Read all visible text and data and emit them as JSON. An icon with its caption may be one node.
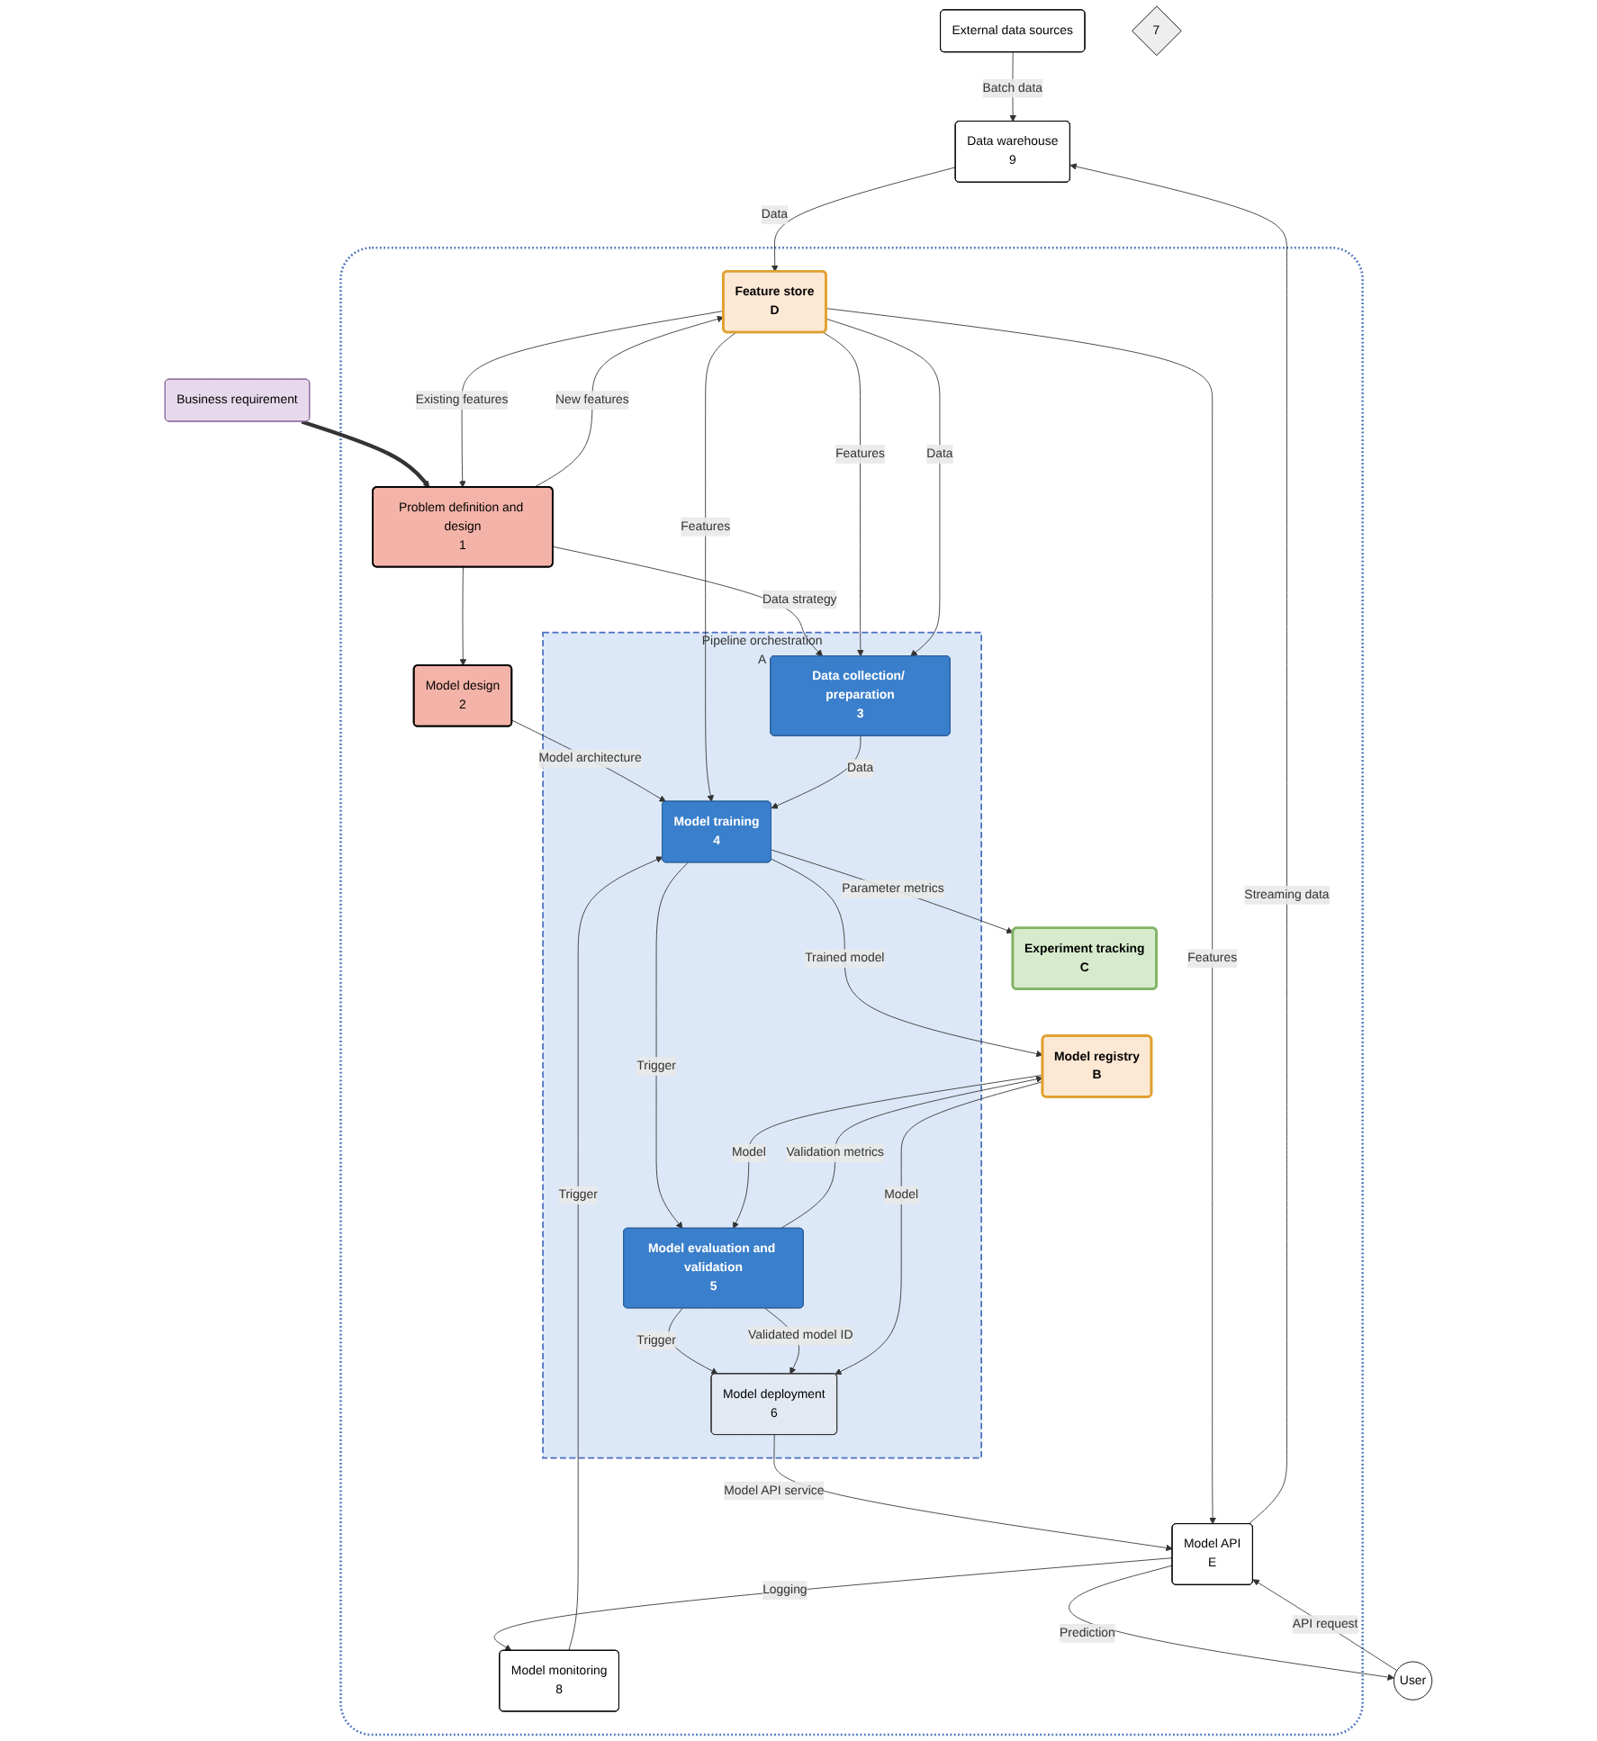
{
  "diagram": {
    "nodes": [
      {
        "text": [
          "Business requirement"
        ]
      },
      {
        "text": [],
        "shape": "box"
      },
      {
        "text": [
          "Problem definition and design",
          "1"
        ],
        "in": 1
      },
      {
        "text": [
          "External data sources"
        ]
      },
      {
        "text": [
          "Model design",
          "2"
        ],
        "in": 1
      },
      {
        "text": [
          "Data warehouse",
          "9"
        ]
      },
      {
        "text": [
          "Feature store",
          "D"
        ],
        "in": 1
      },
      {
        "text": [
          "Pipeline orchestration",
          "A"
        ],
        "in": 1
      },
      {
        "text": [
          "Data collection/ preparation",
          "3"
        ],
        "in": 7
      },
      {
        "text": [
          "Model training",
          "4"
        ],
        "in": 7
      },
      {
        "text": [
          "Experiment tracking",
          "C"
        ],
        "in": 1
      },
      {
        "text": [
          "Model evaluation and validation",
          "5"
        ],
        "in": 7
      },
      {
        "text": [
          "Model registry",
          "B"
        ],
        "in": 1
      },
      {
        "text": [
          "Model deployment",
          "6"
        ],
        "in": 7
      },
      {
        "text": [
          "Model monitoring",
          "8"
        ],
        "in": 1
      },
      {
        "text": [
          "Model API",
          "E"
        ],
        "in": 1
      },
      {
        "text": [
          "7"
        ]
      },
      {
        "text": [
          "User"
        ]
      }
    ],
    "edges": [
      {
        "from": 0,
        "to": 2,
        "arrow": "to",
        "style": "thick"
      },
      {
        "from": 6,
        "to": 2,
        "arrow": "to",
        "label": "Existing features"
      },
      {
        "from": 2,
        "to": 6,
        "arrow": "to",
        "label": "New features"
      },
      {
        "from": 2,
        "to": 4,
        "arrow": "to"
      },
      {
        "from": 2,
        "to": 8,
        "arrow": "to",
        "label": "Data strategy"
      },
      {
        "from": 4,
        "to": 9,
        "arrow": "to",
        "label": "Model architecture"
      },
      {
        "from": 3,
        "to": 5,
        "arrow": "to",
        "label": "Batch data"
      },
      {
        "from": 5,
        "to": 6,
        "arrow": "to",
        "label": "Data"
      },
      {
        "from": 6,
        "to": 8,
        "arrow": "to",
        "label": "Features"
      },
      {
        "from": 6,
        "to": 8,
        "arrow": "to",
        "label": "Data"
      },
      {
        "from": 6,
        "to": 9,
        "arrow": "to",
        "label": "Features"
      },
      {
        "from": 8,
        "to": 9,
        "arrow": "to",
        "label": "Data"
      },
      {
        "from": 14,
        "to": 9,
        "arrow": "to",
        "label": "Trigger"
      },
      {
        "from": 9,
        "to": 10,
        "arrow": "to",
        "label": "Parameter metrics"
      },
      {
        "from": 9,
        "to": 12,
        "arrow": "to",
        "label": "Trained model"
      },
      {
        "from": 9,
        "to": 11,
        "arrow": "to",
        "label": "Trigger"
      },
      {
        "from": 11,
        "to": 12,
        "arrow": "to",
        "label": "Validation metrics"
      },
      {
        "from": 12,
        "to": 11,
        "arrow": "to",
        "label": "Model"
      },
      {
        "from": 11,
        "to": 13,
        "arrow": "to",
        "label": "Trigger"
      },
      {
        "from": 11,
        "to": 13,
        "arrow": "to",
        "label": "Validated model ID"
      },
      {
        "from": 12,
        "to": 13,
        "arrow": "to",
        "label": "Model"
      },
      {
        "from": 13,
        "to": 15,
        "arrow": "to",
        "label": "Model API service"
      },
      {
        "from": 6,
        "to": 15,
        "arrow": "to",
        "label": "Features"
      },
      {
        "from": 15,
        "to": 14,
        "arrow": "to",
        "label": "Logging"
      },
      {
        "from": 15,
        "to": 5,
        "arrow": "to",
        "label": "Streaming data"
      },
      {
        "from": 17,
        "to": 15,
        "arrow": "to",
        "label": "API request"
      },
      {
        "from": 15,
        "to": 17,
        "arrow": "to",
        "label": "Prediction"
      }
    ]
  }
}
